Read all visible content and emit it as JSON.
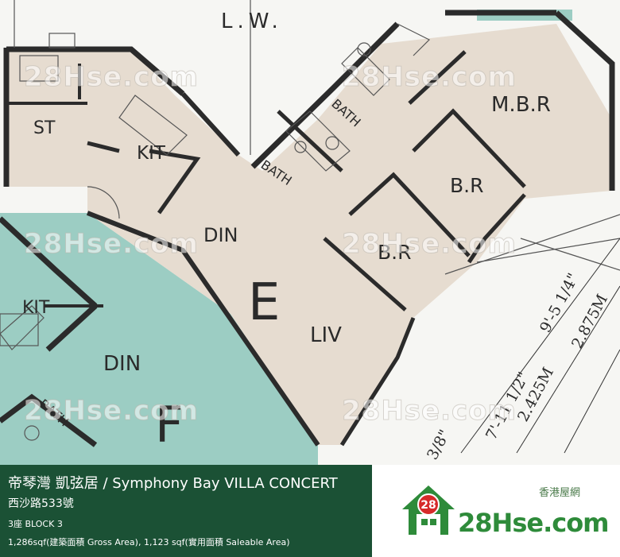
{
  "plan": {
    "top_label": "L.W.",
    "rooms": {
      "st": "ST",
      "kit_e": "KIT",
      "din_e": "DIN",
      "unit_e": "E",
      "liv_e": "LIV",
      "bath_1": "BATH",
      "bath_2": "BATH",
      "mbr": "M.B.R",
      "br_1": "B.R",
      "br_2": "B.R",
      "kit_f": "KIT",
      "din_f": "DIN",
      "unit_f": "F",
      "bath_f": "BATH"
    },
    "dimensions": {
      "d1": "3/8\"",
      "d2": "7'-11 1/2\"",
      "d3": "2.425M",
      "d4": "9'-5 1/4\"",
      "d5": "2.875M"
    },
    "watermark": "28Hse.com",
    "colors": {
      "unit_e": "#e6dcd0",
      "unit_f": "#9ccdc3",
      "walls": "#2b2b2b"
    }
  },
  "footer": {
    "title": "帝琴灣 凱弦居 / Symphony Bay VILLA CONCERT",
    "address": "西沙路533號",
    "block": "3座   BLOCK 3",
    "area": "1,286sqf(建築面積 Gross Area), 1,123 sqf(實用面積 Saleable Area)",
    "brand_zh": "香港屋網",
    "brand_name": "28Hse.com",
    "logo_number": "28",
    "info_bg": "#1b5135",
    "brand_color": "#2e8b3a"
  }
}
